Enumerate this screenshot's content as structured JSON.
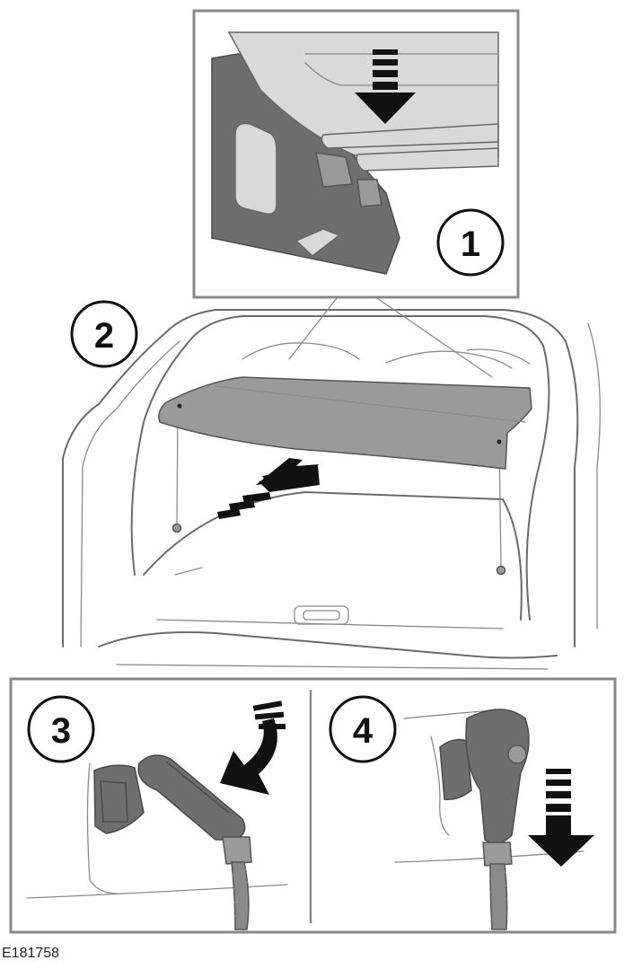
{
  "figure": {
    "callouts": [
      "1",
      "2",
      "3",
      "4"
    ],
    "reference_code": "E181758"
  },
  "icons": [
    "down-arrow-icon",
    "push-arrow-icon",
    "curved-arrow-icon",
    "down-arrow-icon"
  ]
}
